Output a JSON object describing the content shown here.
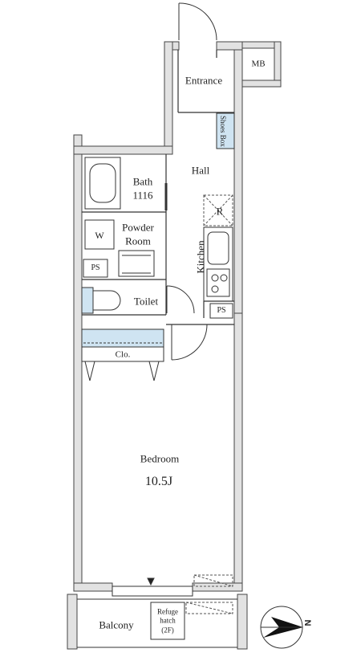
{
  "plan": {
    "rooms": {
      "entrance": "Entrance",
      "mb": "MB",
      "shoes_box": "Shoes Box",
      "hall": "Hall",
      "bath_label": "Bath",
      "bath_size": "1116",
      "refrigerator": "R",
      "w": "W",
      "powder_room_1": "Powder",
      "powder_room_2": "Room",
      "kitchen": "Kitchen",
      "ps_left": "PS",
      "ps_right": "PS",
      "toilet": "Toilet",
      "closet": "Clo.",
      "bedroom": "Bedroom",
      "bedroom_size": "10.5J",
      "balcony": "Balcony",
      "refuge_hatch_1": "Refuge",
      "refuge_hatch_2": "hatch",
      "refuge_hatch_3": "(2F)",
      "north": "N"
    },
    "colors": {
      "wall": "#e2e2e2",
      "wall_stroke": "#444444",
      "line": "#333333",
      "fixture_blue": "#cfe4f2"
    }
  }
}
